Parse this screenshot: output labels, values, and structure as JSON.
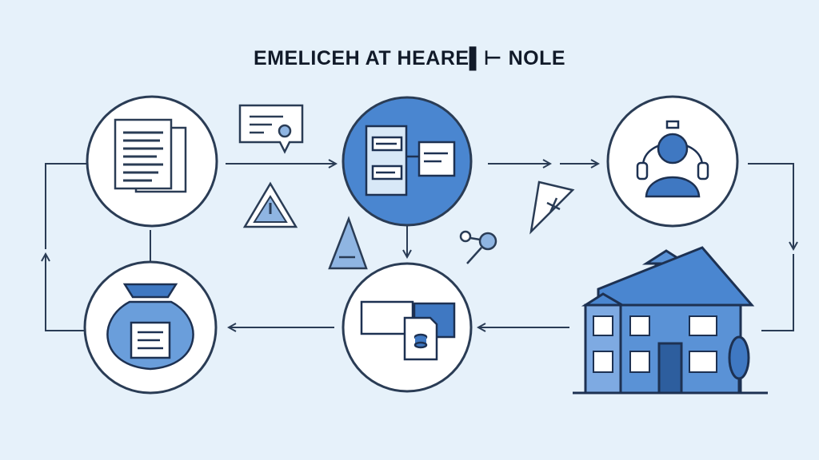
{
  "diagram": {
    "title": "EMELICEH AT HEARE▌⊢ NOLE",
    "colors": {
      "background": "#e6f1fa",
      "line": "#2a3c55",
      "accent": "#3f78c2",
      "accent_light": "#8fb5e2",
      "node_fill": "#ffffff"
    },
    "nodes": [
      {
        "id": "documents",
        "icon": "documents-icon"
      },
      {
        "id": "dashboard",
        "icon": "dashboard-icon"
      },
      {
        "id": "user",
        "icon": "user-headset-icon"
      },
      {
        "id": "money-bag",
        "icon": "money-bag-icon"
      },
      {
        "id": "cards",
        "icon": "cards-database-icon"
      },
      {
        "id": "building",
        "icon": "building-icon"
      }
    ],
    "connectors": [
      {
        "from": "documents",
        "to": "dashboard"
      },
      {
        "from": "dashboard",
        "to": "user"
      },
      {
        "from": "user",
        "to": "building"
      },
      {
        "from": "building",
        "to": "cards"
      },
      {
        "from": "cards",
        "to": "money-bag"
      },
      {
        "from": "money-bag",
        "to": "documents"
      },
      {
        "from": "dashboard",
        "to": "cards"
      }
    ],
    "decorations": [
      "chat-bubble-icon",
      "warning-triangle-icon",
      "tag-icon-left",
      "tag-icon-right",
      "key-icon"
    ]
  }
}
